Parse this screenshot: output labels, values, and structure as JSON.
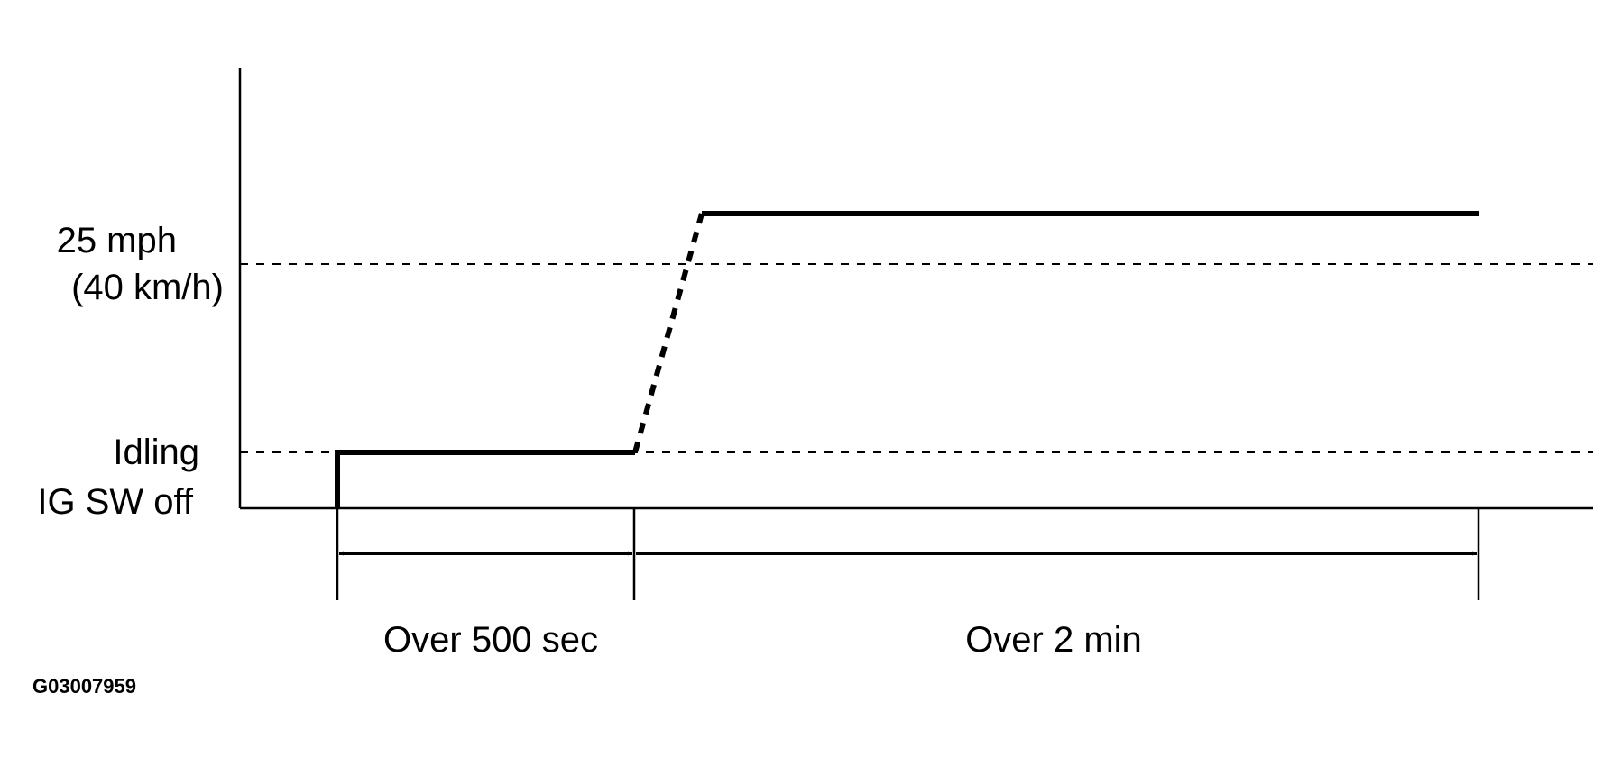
{
  "diagram": {
    "levels": {
      "speed_mph": "25 mph",
      "speed_kmh": "(40 km/h)",
      "idling": "Idling",
      "ig_sw_off": "IG SW off"
    },
    "durations": {
      "first": "Over 500 sec",
      "second": "Over 2 min"
    },
    "figure_id": "G03007959",
    "colors": {
      "line": "#000000",
      "background": "#ffffff"
    }
  }
}
